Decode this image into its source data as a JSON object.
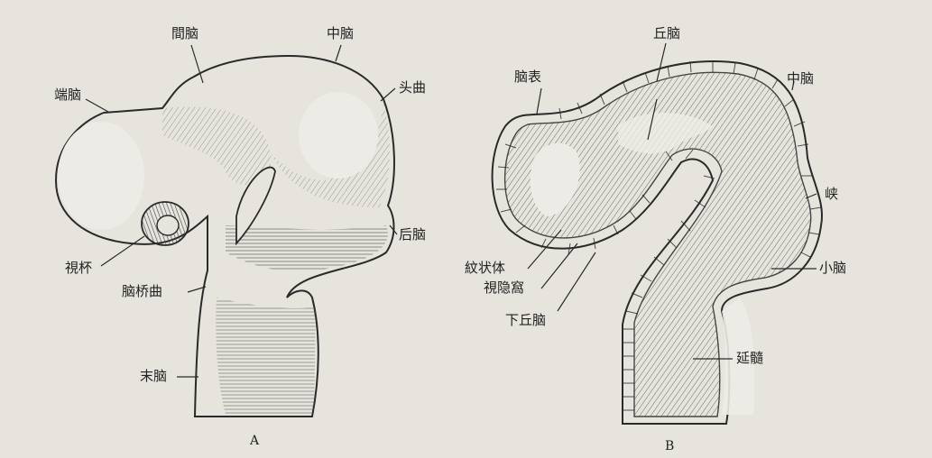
{
  "figure_a": {
    "caption": "A",
    "labels": {
      "diencephalon": "間脑",
      "midbrain": "中脑",
      "telencephalon": "端脑",
      "cephalic_flexure": "头曲",
      "hindbrain": "后脑",
      "optic_cup": "視杯",
      "pontine_flexure": "脑桥曲",
      "myelencephalon": "末脑"
    }
  },
  "figure_b": {
    "caption": "B",
    "labels": {
      "thalamus": "丘脑",
      "brain_surface": "脑表",
      "midbrain": "中脑",
      "isthmus": "峡",
      "corpus_striatum": "紋状体",
      "optic_recess": "視隐窩",
      "cerebellum": "小脑",
      "hypothalamus": "下丘脑",
      "medulla": "延髓"
    }
  },
  "colors": {
    "paper": "#e6e4dd",
    "ink": "#2a2a2a",
    "shade": "#7a7872"
  }
}
